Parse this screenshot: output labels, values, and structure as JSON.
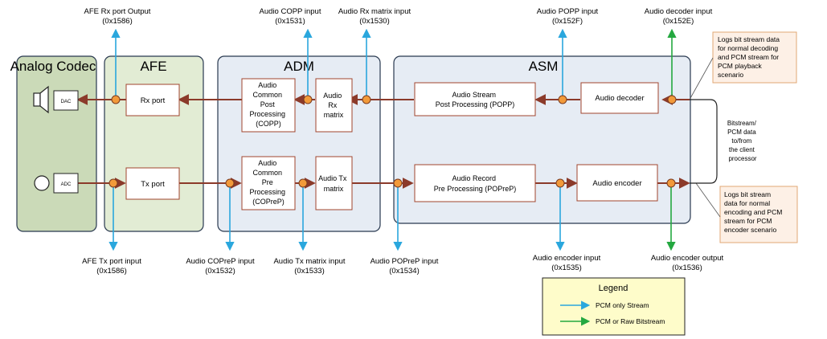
{
  "colors": {
    "flow": "#8b3a2a",
    "dot": "#f29a3a",
    "pcm_only": "#2aa7dd",
    "pcm_raw": "#24a840",
    "codec_fill": "#cbdab8",
    "afe_fill": "#e2ecd4",
    "block_fill": "#e6ecf4",
    "note_fill": "#fdf0e6",
    "legend_fill": "#fefcca"
  },
  "sections": {
    "codec": "Analog Codec",
    "afe": "AFE",
    "adm": "ADM",
    "asm": "ASM"
  },
  "blocks": {
    "dac": "DAC",
    "adc": "ADC",
    "rx_port": "Rx port",
    "tx_port": "Tx port",
    "copp": [
      "Audio",
      "Common",
      "Post",
      "Processing",
      "(COPP)"
    ],
    "rx_matrix": [
      "Audio",
      "Rx",
      "matrix"
    ],
    "copreP": [
      "Audio",
      "Common",
      "Pre",
      "Processing",
      "(COPreP)"
    ],
    "tx_matrix": [
      "Audio Tx",
      "matrix"
    ],
    "popp": [
      "Audio Stream",
      "Post Processing (POPP)"
    ],
    "audio_decoder": "Audio decoder",
    "poprep": [
      "Audio Record",
      "Pre Processing (POPreP)"
    ],
    "audio_encoder": "Audio encoder"
  },
  "probes_top": [
    {
      "name": "AFE Rx port Output",
      "id": "(0x1586)"
    },
    {
      "name": "Audio COPP input",
      "id": "(0x1531)"
    },
    {
      "name": "Audio Rx matrix input",
      "id": "(0x1530)"
    },
    {
      "name": "Audio POPP input",
      "id": "(0x152F)"
    },
    {
      "name": "Audio decoder input",
      "id": "(0x152E)"
    }
  ],
  "probes_bottom": [
    {
      "name": "AFE Tx port input",
      "id": "(0x1586)"
    },
    {
      "name": "Audio COPreP input",
      "id": "(0x1532)"
    },
    {
      "name": "Audio Tx matrix input",
      "id": "(0x1533)"
    },
    {
      "name": "Audio POPreP input",
      "id": "(0x1534)"
    },
    {
      "name": "Audio encoder input",
      "id": "(0x1535)"
    },
    {
      "name": "Audio encoder output",
      "id": "(0x1536)"
    }
  ],
  "notes": {
    "decoding": [
      "Logs bit stream data",
      "for normal decoding",
      "and PCM stream for",
      "PCM playback",
      "scenario"
    ],
    "encoding": [
      "Logs bit stream",
      "data for normal",
      "encoding and PCM",
      "stream for PCM",
      "encoder scenario"
    ],
    "client": [
      "Bitstream/",
      "PCM data",
      "to/from",
      "the client",
      "processor"
    ]
  },
  "legend": {
    "title": "Legend",
    "items": [
      "PCM only Stream",
      "PCM or Raw Bitstream"
    ]
  }
}
